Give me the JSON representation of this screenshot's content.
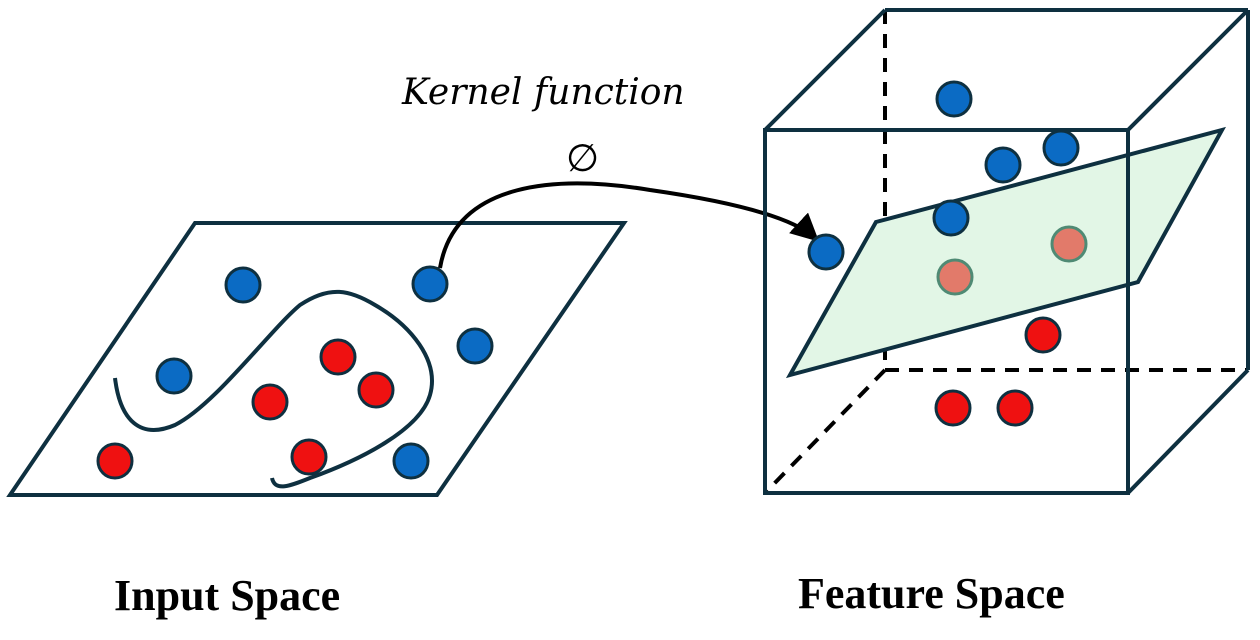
{
  "kernel": {
    "word1": "Kernel",
    "word2": "function",
    "symbol": "∅"
  },
  "input_space": {
    "caption": "Input Space"
  },
  "feature_space": {
    "caption": "Feature Space"
  },
  "colors": {
    "class_a": "#0b6bc4",
    "class_b": "#ef1111",
    "class_b_projected": "#e27a6a",
    "outline": "#0e3040",
    "plane_fill": "#e2f6e6"
  }
}
